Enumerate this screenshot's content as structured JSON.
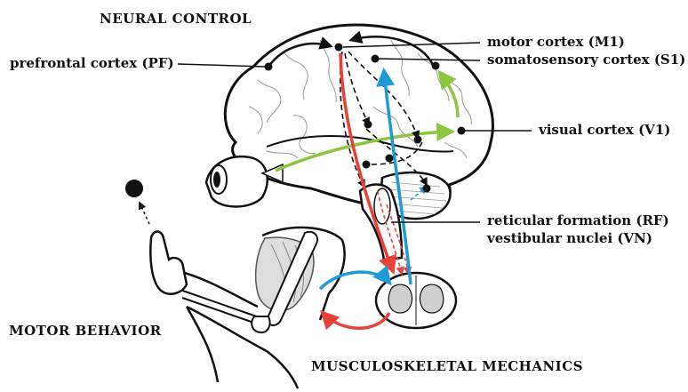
{
  "sections": {
    "neural_control": "NEURAL CONTROL",
    "motor_behavior": "MOTOR BEHAVIOR",
    "musculoskeletal_mechanics": "MUSCULOSKELETAL MECHANICS"
  },
  "labels": {
    "prefrontal": "prefrontal cortex (PF)",
    "motor": "motor cortex (M1)",
    "somatosensory": "somatosensory cortex (S1)",
    "visual": "visual cortex (V1)",
    "reticular": "reticular formation (RF)",
    "vestibular": "vestibular nuclei (VN)"
  },
  "colors": {
    "motor_pathway": "#e8413a",
    "sensory_pathway": "#1e9ad6",
    "visual_pathway": "#8cc63f",
    "outline": "#111111"
  }
}
